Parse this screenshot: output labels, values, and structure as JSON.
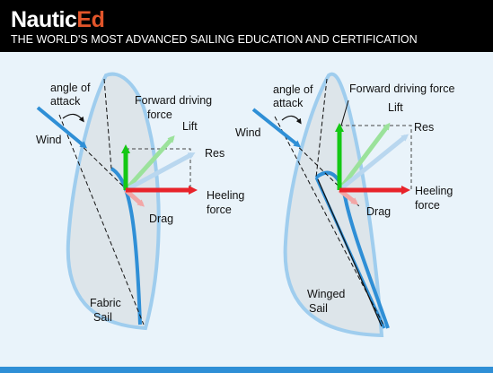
{
  "header": {
    "brand_part1": "Nautic",
    "brand_part2": "Ed",
    "tagline": "THE WORLD'S MOST ADVANCED SAILING EDUCATION AND CERTIFICATION"
  },
  "colors": {
    "header_bg": "#000000",
    "brand_accent": "#e2552a",
    "background": "#e9f3fa",
    "sail_fill": "#dde5ea",
    "sail_outline": "#9fcdee",
    "sail_edge": "#2f8fd6",
    "wind": "#2f8fd6",
    "forward_force": "#14c814",
    "lift": "#9be29b",
    "resultant": "#b9d7ef",
    "heeling_force": "#e8232a",
    "drag": "#f2a6a6"
  },
  "diagrams": [
    {
      "angle_label": "angle of attack",
      "wind_label": "Wind",
      "forward_label_line1": "Forward driving",
      "forward_label_line2": "force",
      "lift_label": "Lift",
      "res_label": "Res",
      "heeling_label_line1": "Heeling",
      "heeling_label_line2": "force",
      "drag_label": "Drag",
      "sail_label_line1": "Fabric",
      "sail_label_line2": "Sail"
    },
    {
      "angle_label": "angle of attack",
      "wind_label": "Wind",
      "forward_label": "Forward driving force",
      "lift_label": "Lift",
      "res_label": "Res",
      "heeling_label_line1": "Heeling",
      "heeling_label_line2": "force",
      "drag_label": "Drag",
      "sail_label_line1": "Winged",
      "sail_label_line2": "Sail"
    }
  ]
}
